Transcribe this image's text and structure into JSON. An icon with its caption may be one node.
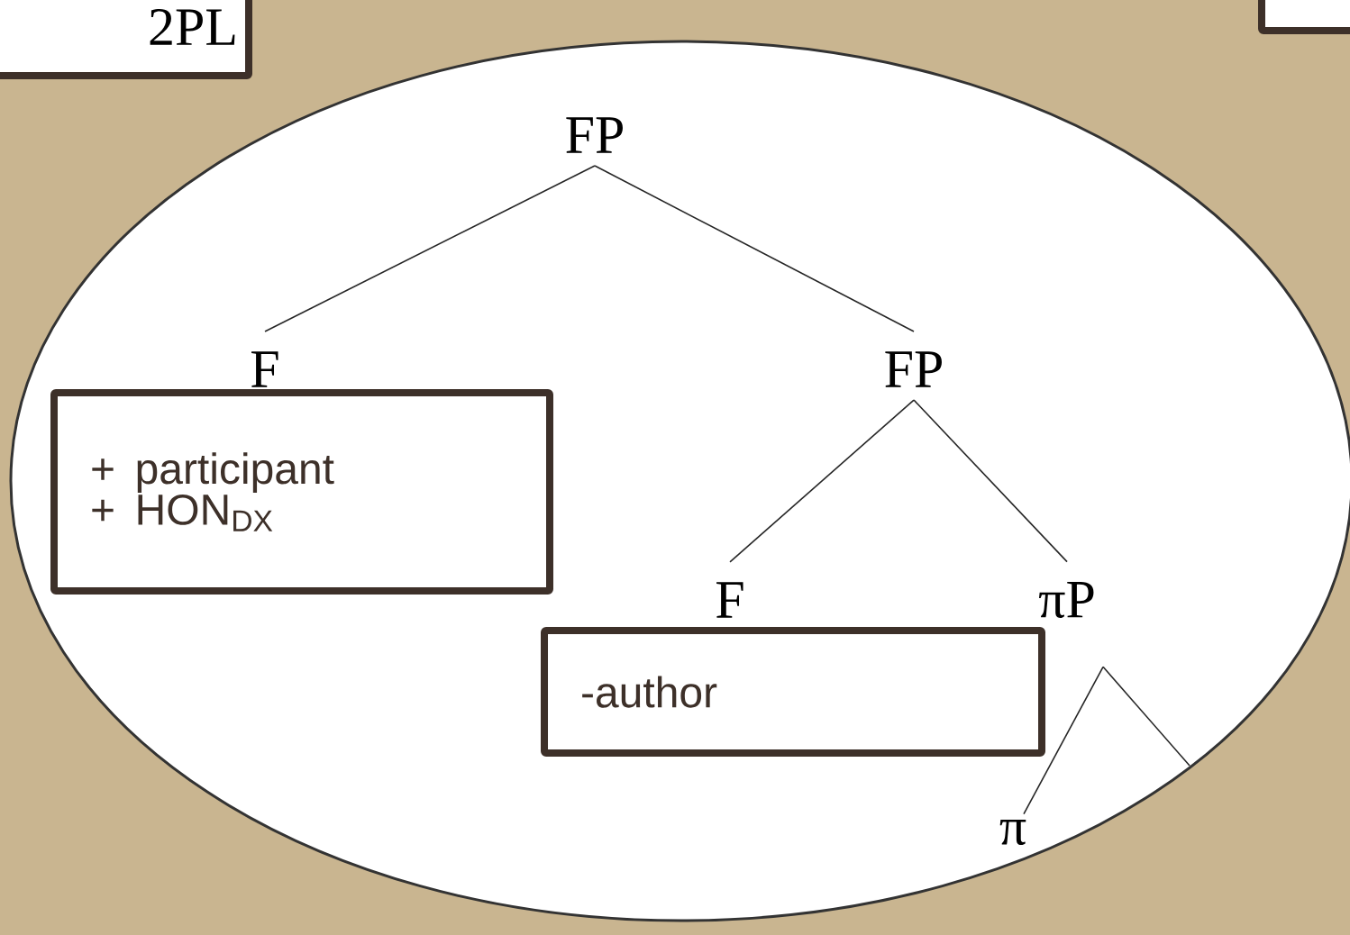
{
  "diagram": {
    "nodes": [
      {
        "text": [
          "2PL"
        ]
      },
      {
        "text": [],
        "shape": "box"
      },
      {
        "text": [],
        "shape": "ellipse"
      },
      {
        "text": [
          "FP"
        ],
        "in": 2
      },
      {
        "text": [
          "F"
        ],
        "in": 2
      },
      {
        "text": [
          "+ participant",
          "+ HON$_{DX}$"
        ],
        "in": 2
      },
      {
        "text": [
          "FP"
        ],
        "in": 2
      },
      {
        "text": [
          "F"
        ],
        "in": 2
      },
      {
        "text": [
          "πP"
        ],
        "in": 2
      },
      {
        "text": [
          "-author"
        ],
        "in": 2
      },
      {
        "text": [
          "π"
        ],
        "in": 2
      }
    ],
    "edges": [
      {
        "from": 3,
        "to": 4,
        "arrow": "none"
      },
      {
        "from": 3,
        "to": 6,
        "arrow": "none"
      },
      {
        "from": 6,
        "to": 7,
        "arrow": "none"
      },
      {
        "from": 6,
        "to": 8,
        "arrow": "none"
      },
      {
        "from": 8,
        "to": 10,
        "arrow": "none"
      },
      {
        "from": 8,
        "to": null,
        "arrow": "none"
      }
    ]
  }
}
